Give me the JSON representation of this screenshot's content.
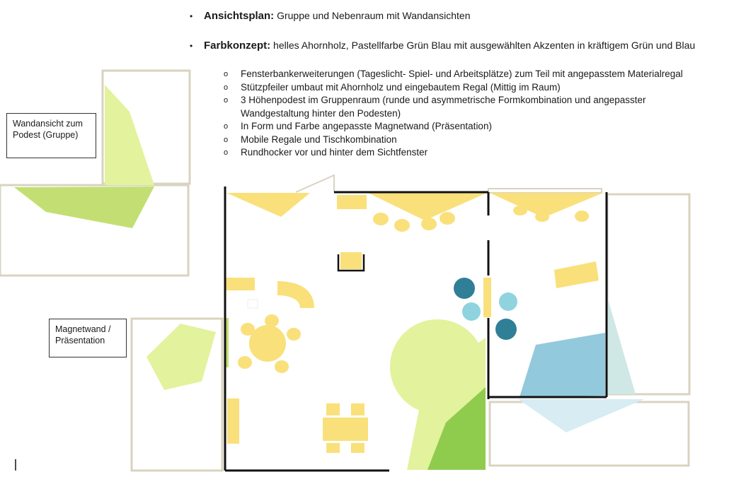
{
  "header": {
    "items": [
      {
        "bold": "Ansichtsplan:",
        "text": " Gruppe und Nebenraum mit Wandansichten"
      },
      {
        "bold": "Farbkonzept:",
        "text": " helles Ahornholz, Pastellfarbe Grün Blau mit ausgewählten Akzenten in kräftigem Grün und Blau"
      }
    ],
    "bullet_glyph": "•",
    "sub_glyph": "o",
    "sub_items": [
      "Fensterbankerweiterungen (Tageslicht- Spiel- und Arbeitsplätze) zum Teil mit angepasstem Materialregal",
      "Stützpfeiler umbaut mit Ahornholz und eingebautem Regal (Mittig im Raum)",
      "3 Höhenpodest im Gruppenraum (runde und asymmetrische Formkombination und angepasster Wandgestaltung hinter den Podesten)",
      "In Form und Farbe angepasste Magnetwand (Präsentation)",
      "Mobile Regale und Tischkombination",
      "Rundhocker vor und hinter dem Sichtfenster"
    ]
  },
  "labels": {
    "wall_view": "Wandansicht zum Podest (Gruppe)",
    "magnet_wall": "Magnetwand / Präsentation"
  },
  "colors": {
    "maple": "#f9e07a",
    "pastel_green": "#e3f29c",
    "green": "#c3df73",
    "strong_green": "#8fcc4e",
    "pastel_blue": "#93c9dc",
    "light_blue": "#d7ecf3",
    "strong_blue": "#2f7f97",
    "cyan": "#8fd3df",
    "frame": "#d9d3c0",
    "wall": "#111111"
  }
}
